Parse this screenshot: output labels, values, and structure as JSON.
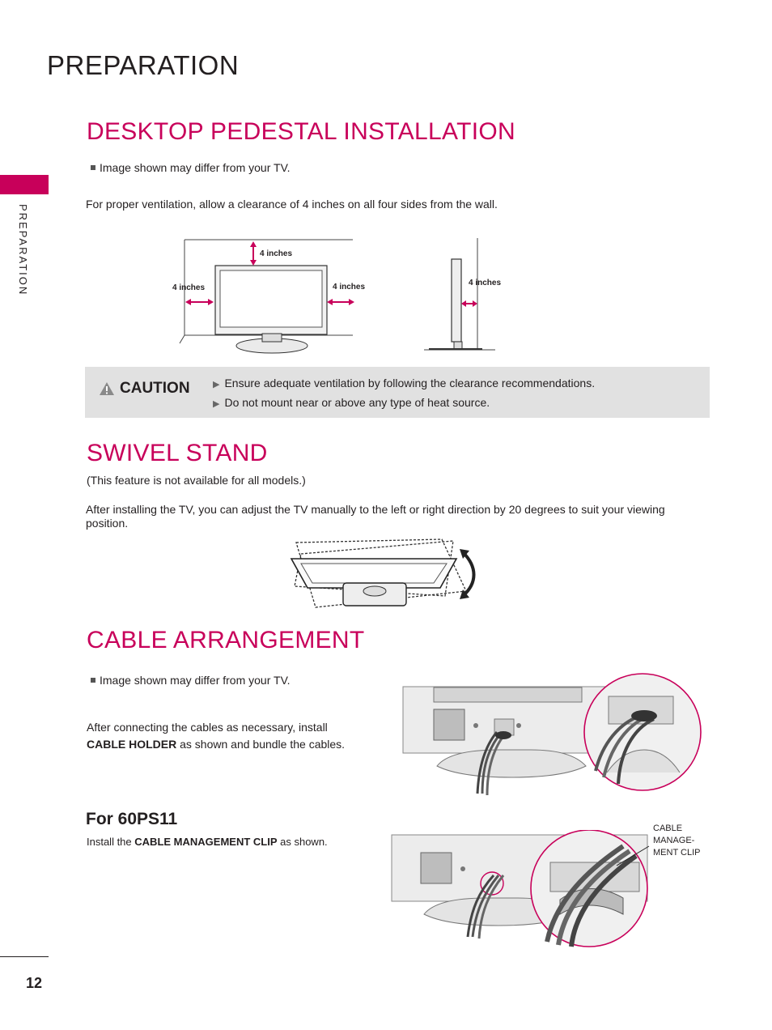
{
  "page": {
    "title": "PREPARATION",
    "side_label": "PREPARATION",
    "number": "12"
  },
  "desktop": {
    "title": "DESKTOP PEDESTAL INSTALLATION",
    "note": "Image shown may differ from your TV.",
    "text": "For proper ventilation, allow a clearance of 4 inches on all four sides from the wall.",
    "dims": {
      "top": "4 inches",
      "left": "4 inches",
      "right": "4 inches",
      "side": "4 inches"
    }
  },
  "caution": {
    "label": "CAUTION",
    "items": [
      "Ensure adequate ventilation by following the clearance recommendations.",
      "Do not mount near or above any type of heat source."
    ]
  },
  "swivel": {
    "title": "SWIVEL STAND",
    "note": "(This feature is not available for all models.)",
    "text": "After installing the TV, you can adjust the TV manually to the left or right direction by 20 degrees to suit your viewing position."
  },
  "cable": {
    "title": "CABLE ARRANGEMENT",
    "note": "Image shown may differ from your TV.",
    "text_pre": "After connecting the cables as necessary, install",
    "text_bold": "CABLE HOLDER",
    "text_post": "as shown and bundle the cables.",
    "subtitle": "For 60PS11",
    "install_pre": "Install the",
    "install_bold": "CABLE MANAGEMENT CLIP",
    "install_post": "as shown.",
    "callout_lines": [
      "CABLE",
      "MANAGE-",
      "MENT CLIP"
    ]
  },
  "colors": {
    "accent": "#c8005a",
    "caution_bg": "#e1e1e1",
    "text": "#231f20"
  }
}
